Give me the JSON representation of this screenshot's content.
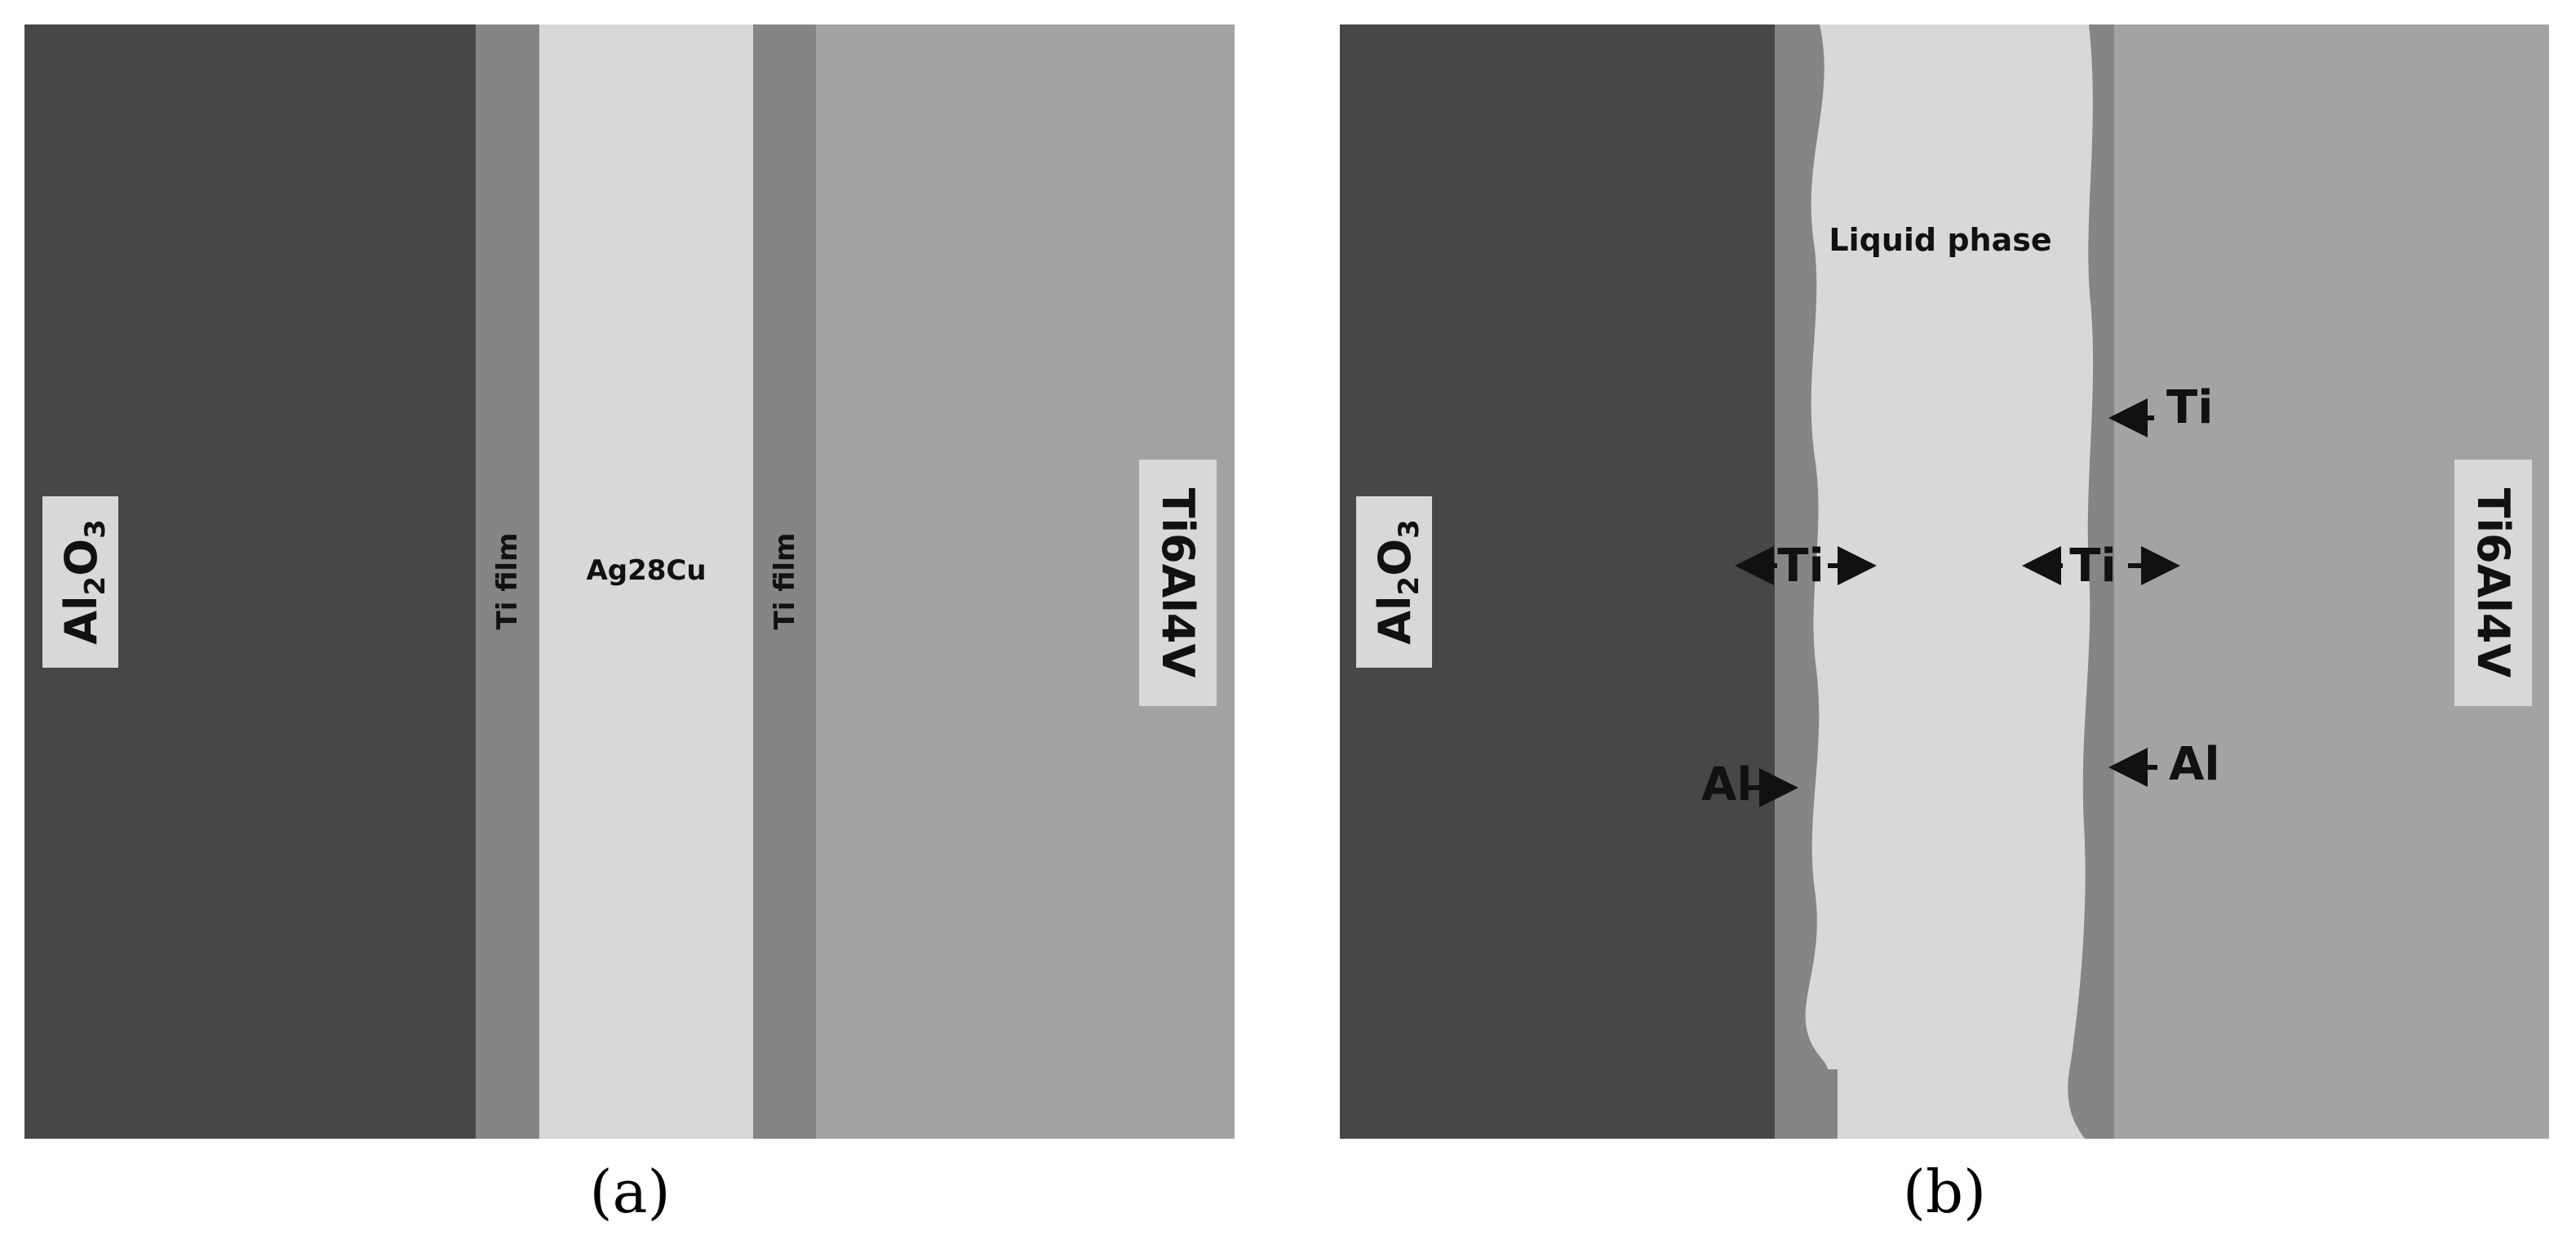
{
  "colors": {
    "alumina": "#474747",
    "ti_film": "#858585",
    "filler": "#d8d8d8",
    "ti6al4v": "#a3a3a3",
    "label_box": "#d8d8d8",
    "text": "#111111"
  },
  "panel_a": {
    "caption": "(a)",
    "al2o3_label": {
      "main": "Al",
      "sub1": "2",
      "mid": "O",
      "sub2": "3"
    },
    "ti_film_left": "Ti film",
    "filler_label": "Ag28Cu",
    "ti_film_right": "Ti film",
    "ti6al4v_label": "Ti6Al4V"
  },
  "panel_b": {
    "caption": "(b)",
    "al2o3_label": {
      "main": "Al",
      "sub1": "2",
      "mid": "O",
      "sub2": "3"
    },
    "liquid_label": "Liquid phase",
    "ti_left_center": "Ti",
    "ti_right_center": "Ti",
    "ti_right_top": "Ti",
    "al_left": "Al",
    "al_right": "Al",
    "ti6al4v_label": "Ti6Al4V"
  }
}
